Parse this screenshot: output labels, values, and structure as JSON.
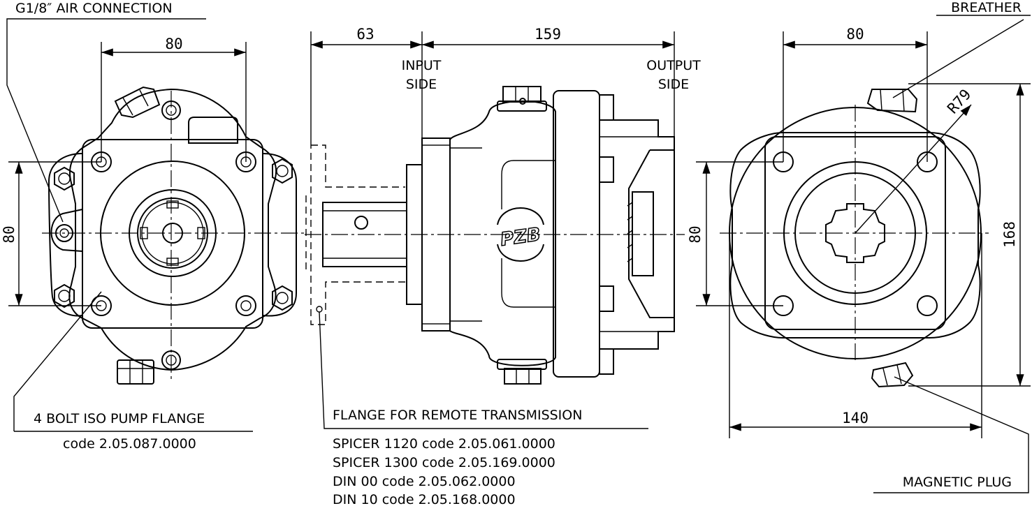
{
  "labels": {
    "air_connection": "G1/8″ AIR CONNECTION",
    "breather": "BREATHER",
    "input_side": [
      "INPUT",
      "SIDE"
    ],
    "output_side": [
      "OUTPUT",
      "SIDE"
    ],
    "pump_flange": "4 BOLT ISO PUMP FLANGE",
    "pump_flange_code": "code  2.05.087.0000",
    "remote_flange": "FLANGE FOR REMOTE TRANSMISSION",
    "magnetic_plug": "MAGNETIC PLUG",
    "logo": "PZB"
  },
  "remote_codes": [
    "SPICER 1120  code 2.05.061.0000",
    "SPICER 1300  code 2.05.169.0000",
    "DIN 00  code 2.05.062.0000",
    "DIN 10  code 2.05.168.0000"
  ],
  "dimensions": {
    "left_width": "80",
    "left_height": "80",
    "input_length": "63",
    "body_length": "159",
    "right_width": "80",
    "right_height": "80",
    "right_total_height": "168",
    "right_total_width": "140",
    "radius": "R79"
  }
}
